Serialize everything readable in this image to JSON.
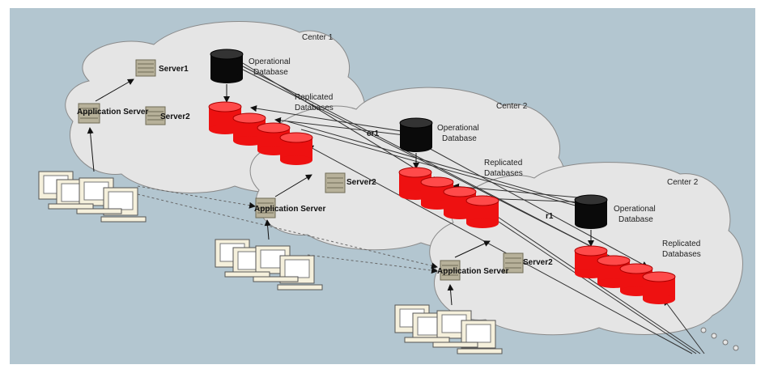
{
  "centers": [
    {
      "title": "Center 1",
      "operational_db": [
        "Operational",
        "Database"
      ],
      "replicated_db": [
        "Replicated",
        "Databases"
      ],
      "server1": "Server1",
      "server2": "Server2",
      "app_server": "Application Server"
    },
    {
      "title": "Center 2",
      "operational_db": [
        "Operational",
        "Database"
      ],
      "replicated_db": [
        "Replicated",
        "Databases"
      ],
      "server1": "er1",
      "server2": "Server2",
      "app_server": "Application Server"
    },
    {
      "title": "Center 2",
      "operational_db": [
        "Operational",
        "Database"
      ],
      "replicated_db": [
        "Replicated",
        "Databases"
      ],
      "server1": "r1",
      "server2": "Server2",
      "app_server": "Application Server"
    }
  ],
  "colors": {
    "background": "#b3c6d0",
    "cloud": "#e5e5e5",
    "cloud_outline": "#8a8a8a",
    "replicated_db": "#ee1111",
    "operational_db": "#0a0a0a",
    "server": "#b7b19a"
  },
  "icons": [
    "operational-database-icon",
    "replicated-database-icon",
    "server-icon",
    "client-computer-icon",
    "ellipsis-dots-icon"
  ]
}
